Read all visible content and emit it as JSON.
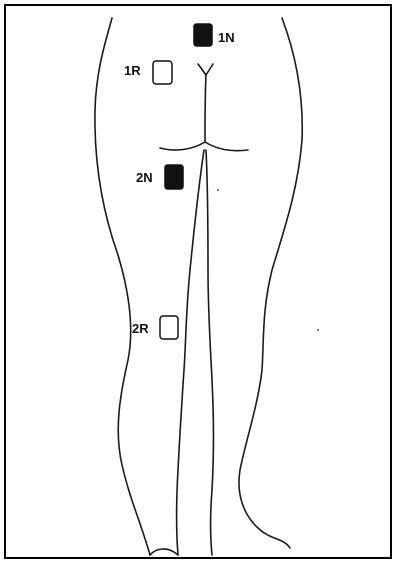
{
  "colors": {
    "frame": "#000000",
    "outline": "#1a1a1a",
    "marker_filled": "#111111",
    "marker_open": "#ffffff"
  },
  "markers": [
    {
      "id": "1N",
      "label": "1N",
      "style": "filled"
    },
    {
      "id": "1R",
      "label": "1R",
      "style": "open"
    },
    {
      "id": "2N",
      "label": "2N",
      "style": "filled"
    },
    {
      "id": "2R",
      "label": "2R",
      "style": "open"
    }
  ]
}
